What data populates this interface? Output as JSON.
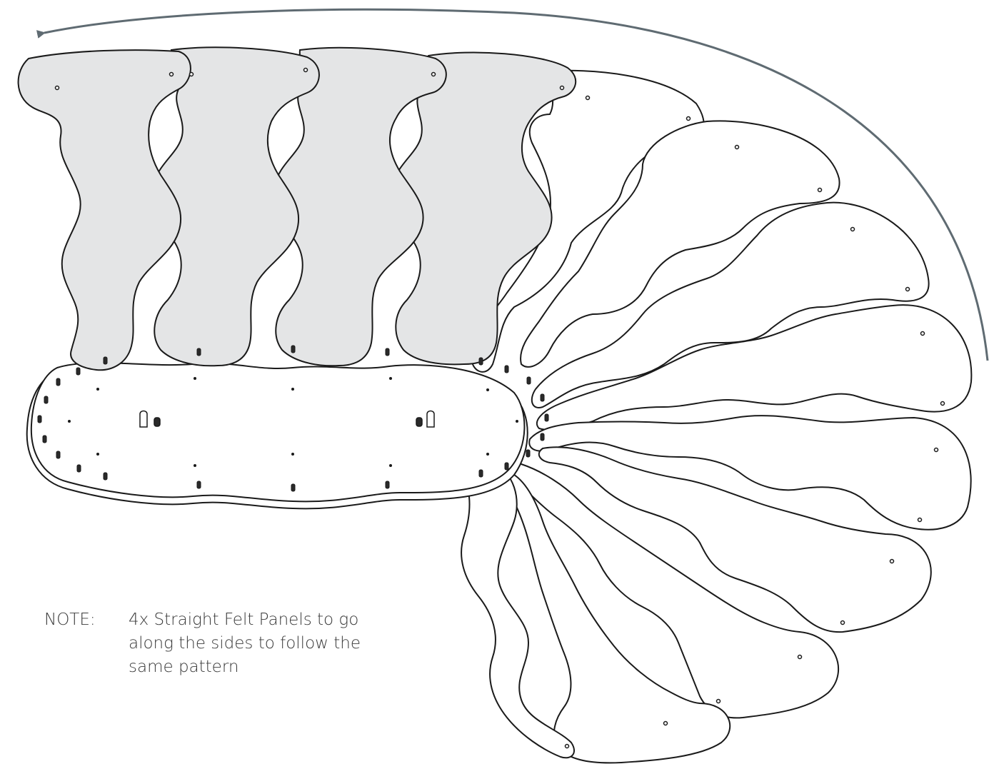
{
  "note": {
    "label": "NOTE:",
    "lines": [
      "4x Straight Felt Panels to go",
      "along the sides to follow the",
      "same pattern"
    ]
  },
  "colors": {
    "panel_highlight": "#e4e5e6",
    "panel_plain": "#ffffff",
    "outline": "#1a1a1a",
    "rotation_arrow": "#5f6b72",
    "note_text": "#3a3a3a"
  },
  "icons": {
    "rotation_arrow": "curved-arrow-icon",
    "dowel_peg": "peg-icon"
  },
  "diagram": {
    "highlighted_panel_count": 4,
    "fanned_panel_count": 9,
    "rotation_direction": "counter-clockwise"
  }
}
